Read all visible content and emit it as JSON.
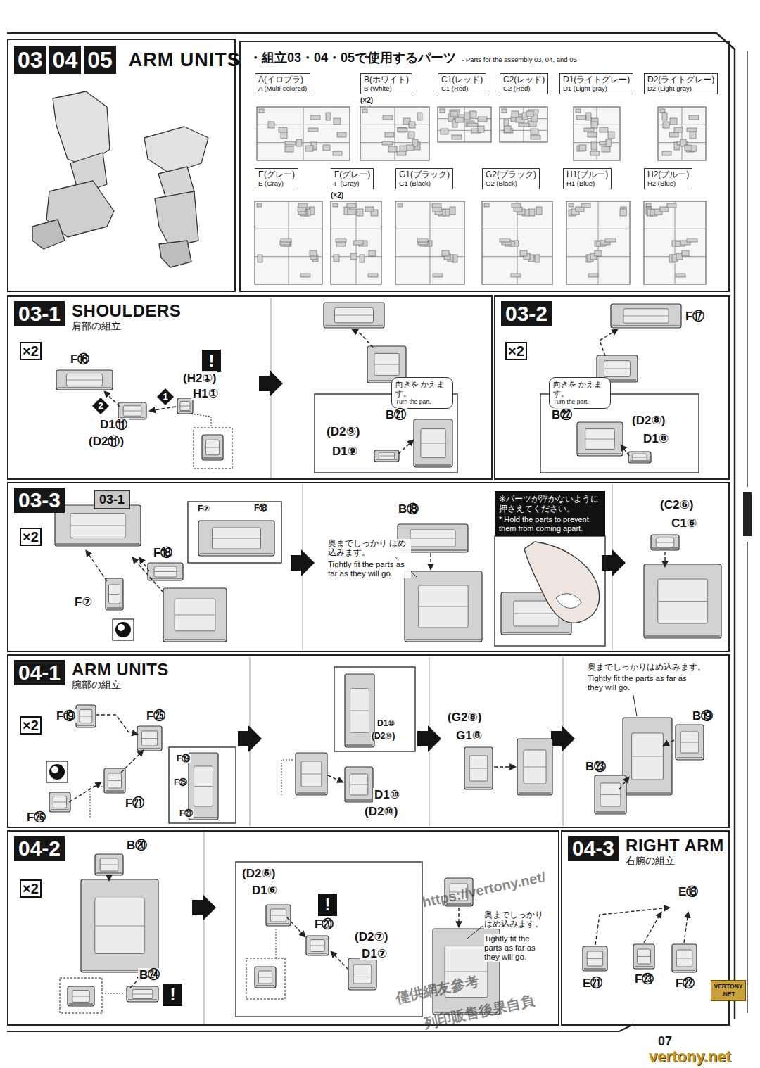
{
  "diagram": {
    "nodes": [
      {
        "text": [
          "03",
          "04",
          "05",
          "ARM UNITS"
        ]
      },
      {
        "text": [
          "・組立03・04・05で使用するパーツ",
          "- Parts for the assembly 03, 04, and 05"
        ]
      },
      {
        "text": [
          "A(イロプラ)",
          "A (Multi-colored)"
        ],
        "in": 1
      },
      {
        "text": [
          "B(ホワイト)",
          "B (White)"
        ],
        "in": 1
      },
      {
        "text": [
          "C1(レッド)",
          "C1 (Red)"
        ],
        "in": 1
      },
      {
        "text": [
          "C2(レッド)",
          "C2 (Red)"
        ],
        "in": 1
      },
      {
        "text": [
          "D1(ライトグレー)",
          "D1 (Light gray)"
        ],
        "in": 1
      },
      {
        "text": [
          "D2(ライトグレー)",
          "D2 (Light gray)"
        ],
        "in": 1
      },
      {
        "text": [
          "E(グレー)",
          "E (Gray)"
        ],
        "in": 1
      },
      {
        "text": [
          "F(グレー)",
          "F (Gray)"
        ],
        "in": 1
      },
      {
        "text": [
          "G1(ブラック)",
          "G1 (Black)"
        ],
        "in": 1
      },
      {
        "text": [
          "G2(ブラック)",
          "G2 (Black)"
        ],
        "in": 1
      },
      {
        "text": [
          "H1(ブルー)",
          "H1 (Blue)"
        ],
        "in": 1
      },
      {
        "text": [
          "H2(ブルー)",
          "H2 (Blue)"
        ],
        "in": 1
      },
      {
        "text": [
          "03-1",
          "SHOULDERS",
          "肩部の組立"
        ]
      },
      {
        "text": [
          "×2"
        ],
        "in": 14
      },
      {
        "text": [
          "!"
        ],
        "in": 14
      },
      {
        "text": [
          "1"
        ],
        "in": 14
      },
      {
        "text": [
          "2"
        ],
        "in": 14
      },
      {
        "text": [
          "向きを かえます。",
          "Turn the part."
        ],
        "in": 14
      },
      {
        "text": [
          "03-2"
        ]
      },
      {
        "text": [
          "×2"
        ],
        "in": 20
      },
      {
        "text": [
          "向きを かえます。",
          "Turn the part."
        ],
        "in": 20
      },
      {
        "text": [
          "03-3"
        ]
      },
      {
        "text": [
          "×2"
        ],
        "in": 23
      },
      {
        "text": [
          "03-1"
        ],
        "in": 23
      },
      {
        "text": [
          "※パーツが浮かないように 押さえてください。",
          "* Hold the parts to prevent them from coming apart."
        ],
        "in": 23
      },
      {
        "text": [
          "04-1",
          "ARM UNITS",
          "腕部の組立"
        ]
      },
      {
        "text": [
          "×2"
        ],
        "in": 27
      },
      {
        "text": [
          "04-2"
        ]
      },
      {
        "text": [
          "×2"
        ],
        "in": 29
      },
      {
        "text": [
          "!"
        ],
        "in": 29
      },
      {
        "text": [
          "!"
        ],
        "in": 29
      },
      {
        "text": [
          "04-3",
          "RIGHT ARM",
          "右腕の組立"
        ]
      },
      {
        "text": [
          "VERTONY .NET"
        ]
      }
    ],
    "labels": [
      "(×2)",
      "(×2)",
      "F⑯",
      "(H2①)",
      "H1①",
      "D1⑪",
      "(D2⑪)",
      "B㉑",
      "(D2⑨)",
      "D1⑨",
      "F⑰",
      "B㉒",
      "(D2⑧)",
      "D1⑧",
      "F⑦",
      "F⑱",
      "F⑱",
      "F⑦",
      "B⑱",
      "奥までしっかり はめ込みます。",
      "Tightly fit the parts as far as they will go.",
      "(C2⑥)",
      "C1⑥",
      "F⑲",
      "F㉕",
      "F㉑",
      "F㉖",
      "F⑲",
      "F㉕",
      "F㉑",
      "D1⑩",
      "(D2⑩)",
      "D1⑩",
      "(D2⑩)",
      "(G2⑧)",
      "G1⑧",
      "奥までしっかりはめ込みます。",
      "Tightly fit the parts as far as they will go.",
      "B⑲",
      "B㉓",
      "B⑳",
      "B㉔",
      "(D2⑥)",
      "D1⑥",
      "F⑳",
      "(D2⑦)",
      "D1⑦",
      "奥までしっかり はめ込みます。",
      "Tightly fit the parts as far as they will go.",
      "E⑱",
      "E㉑",
      "F㉓",
      "F㉒",
      "https://vertony.net/",
      "僅供網友參考",
      "列印販售後果自負",
      "07",
      "vertony.net"
    ]
  }
}
